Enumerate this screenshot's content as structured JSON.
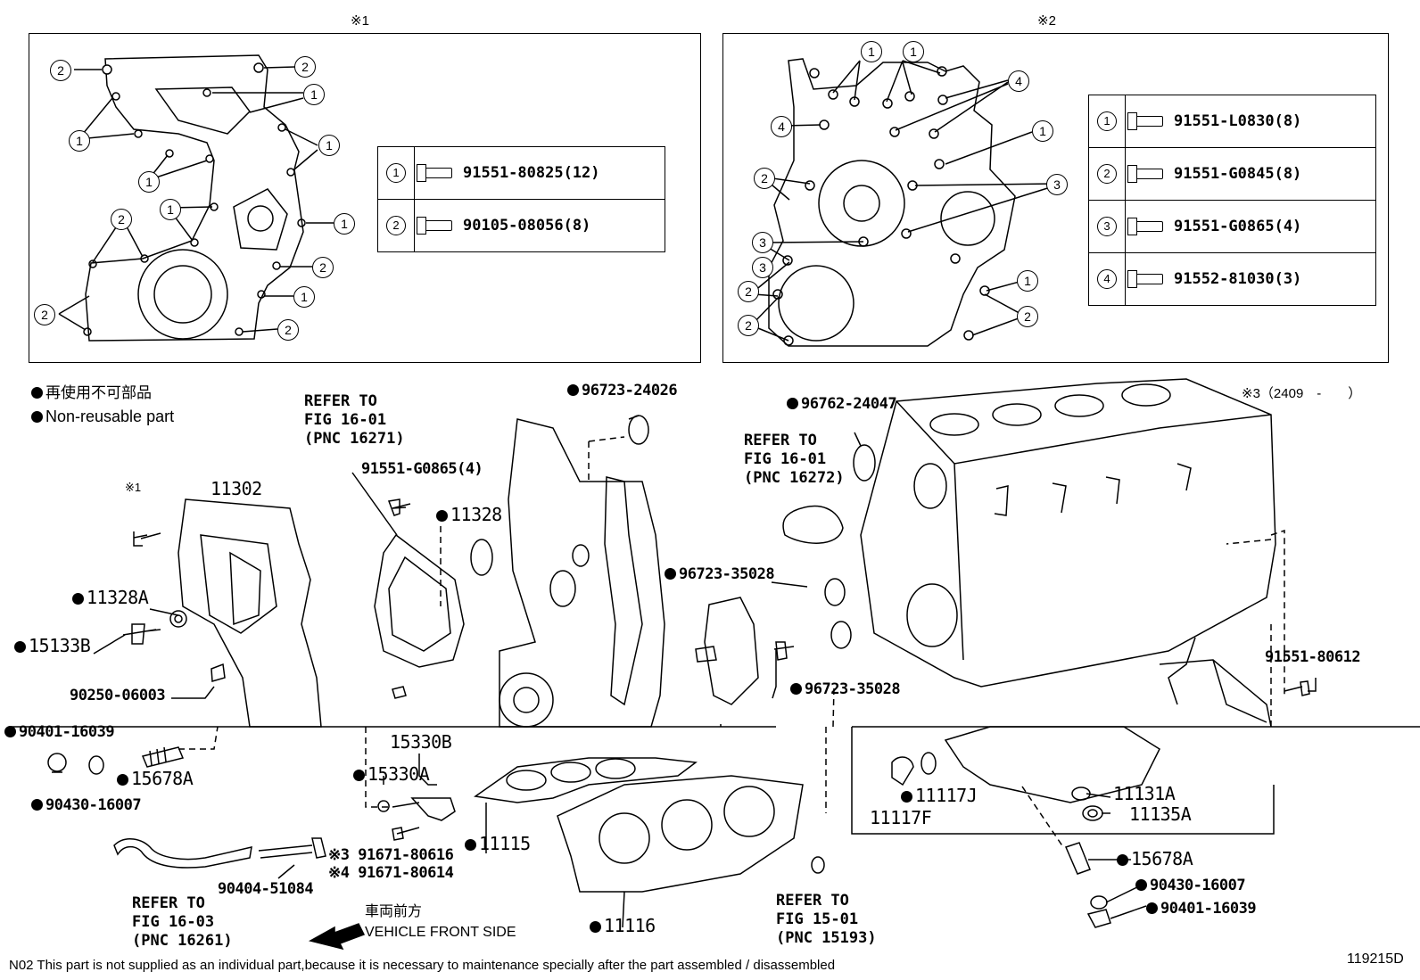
{
  "panels": {
    "p1_label": "※1",
    "p2_label": "※2",
    "p3_label": "※3（2409　-　　）"
  },
  "legend1": [
    {
      "num": "1",
      "part": "91551-80825(12)"
    },
    {
      "num": "2",
      "part": "90105-08056(8)"
    }
  ],
  "legend2": [
    {
      "num": "1",
      "part": "91551-L0830(8)"
    },
    {
      "num": "2",
      "part": "91551-G0845(8)"
    },
    {
      "num": "3",
      "part": "91551-G0865(4)"
    },
    {
      "num": "4",
      "part": "91552-81030(3)"
    }
  ],
  "callouts": {
    "one": "1",
    "two": "2",
    "three": "3",
    "four": "4"
  },
  "note": {
    "jp": "再使用不可部品",
    "en": "Non-reusable part"
  },
  "refs": {
    "r16271": "REFER TO\nFIG 16-01\n(PNC 16271)",
    "r16272": "REFER TO\nFIG 16-01\n(PNC 16272)",
    "r16261": "REFER TO\nFIG 16-03\n(PNC 16261)",
    "r15193": "REFER TO\nFIG 15-01\n(PNC 15193)"
  },
  "parts": {
    "p_96723_24026": "96723-24026",
    "p_96762_24047": "96762-24047",
    "p_91551_G0865": "91551-G0865(4)",
    "p_11328": "11328",
    "p_x1": "※1",
    "p_11302": "11302",
    "p_11328A": "11328A",
    "p_15133B": "15133B",
    "p_90250_06003": "90250-06003",
    "p_96723_35028a": "96723-35028",
    "p_96723_35028b": "96723-35028",
    "p_91551_80612": "91551-80612",
    "p_90401_16039a": "90401-16039",
    "p_15678A_a": "15678A",
    "p_90430_16007a": "90430-16007",
    "p_15330B": "15330B",
    "p_15330A": "15330A",
    "p_11115": "11115",
    "p_91671_80616": "※3 91671-80616",
    "p_91671_80614": "※4 91671-80614",
    "p_90404_51084": "90404-51084",
    "p_11116": "11116",
    "p_11117J": "11117J",
    "p_11117F": "11117F",
    "p_11131A": "11131A",
    "p_11135A": "11135A",
    "p_15678A_b": "15678A",
    "p_90430_16007b": "90430-16007",
    "p_90401_16039b": "90401-16039"
  },
  "front": {
    "jp": "車両前方",
    "en": "VEHICLE FRONT SIDE"
  },
  "footer": {
    "note": "N02 This part is not supplied as an individual part,because it is necessary to maintenance specially after the part assembled / disassembled",
    "code": "119215D"
  }
}
